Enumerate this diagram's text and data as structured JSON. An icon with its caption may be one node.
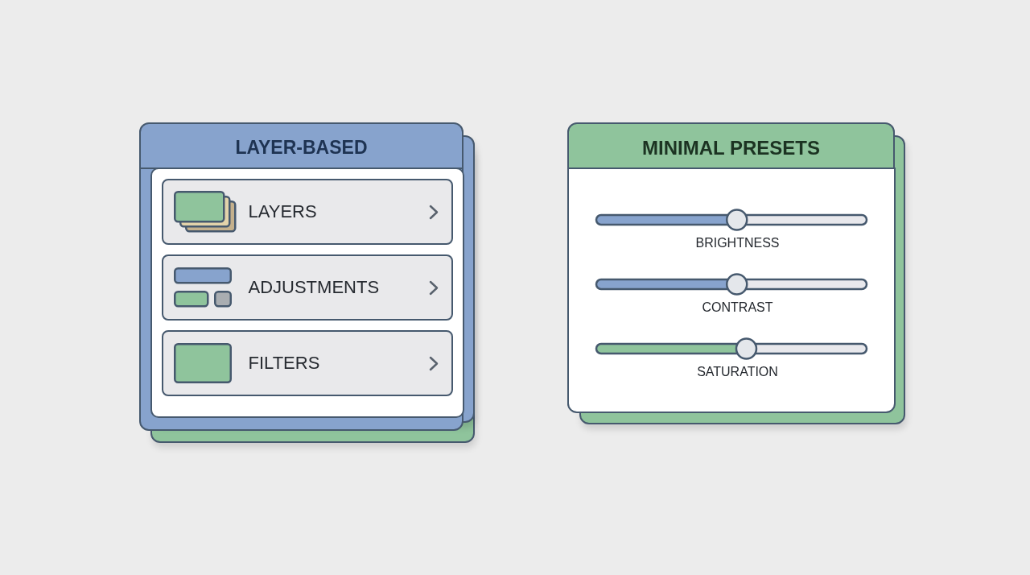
{
  "diagram": {
    "nodes": [
      {
        "text": [
          "LAYER-BASED"
        ]
      },
      {
        "text": [
          "LAYERS"
        ],
        "in": 0
      },
      {
        "text": [
          "ADJUSTMENTS"
        ],
        "in": 0
      },
      {
        "text": [
          "FILTERS"
        ],
        "in": 0
      },
      {
        "text": [
          "MINIMAL PRESETS",
          "BRIGHTNESS",
          "CONTRAST",
          "SATURATION"
        ]
      }
    ]
  }
}
